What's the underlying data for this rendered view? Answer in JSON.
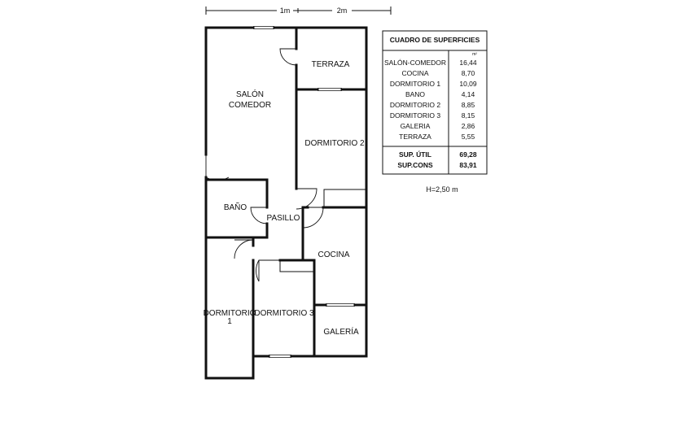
{
  "scale": {
    "label_1": "1m",
    "label_2": "2m"
  },
  "rooms": {
    "salon_line1": "SALÓN",
    "salon_line2": "COMEDOR",
    "terraza": "TERRAZA",
    "dormitorio2": "DORMITORIO 2",
    "bano": "BAÑO",
    "pasillo": "PASILLO",
    "cocina": "COCINA",
    "dormitorio1_line1": "DORMITORIO",
    "dormitorio1_line2": "1",
    "dormitorio3": "DORMITORIO 3",
    "galeria": "GALERÍA"
  },
  "surfaces_table": {
    "title": "CUADRO DE SUPERFICIES",
    "unit": "m²",
    "rows": [
      {
        "name": "SALÓN-COMEDOR",
        "value": "16,44"
      },
      {
        "name": "COCINA",
        "value": "8,70"
      },
      {
        "name": "DORMITORIO 1",
        "value": "10,09"
      },
      {
        "name": "BANO",
        "value": "4,14"
      },
      {
        "name": "DORMITORIO 2",
        "value": "8,85"
      },
      {
        "name": "DORMITORIO 3",
        "value": "8,15"
      },
      {
        "name": "GALERIA",
        "value": "2,86"
      },
      {
        "name": "TERRAZA",
        "value": "5,55"
      }
    ],
    "totals": [
      {
        "name": "SUP. ÚTIL",
        "value": "69,28"
      },
      {
        "name": "SUP.CONS",
        "value": "83,91"
      }
    ]
  },
  "ceiling_height": "H=2,50 m"
}
